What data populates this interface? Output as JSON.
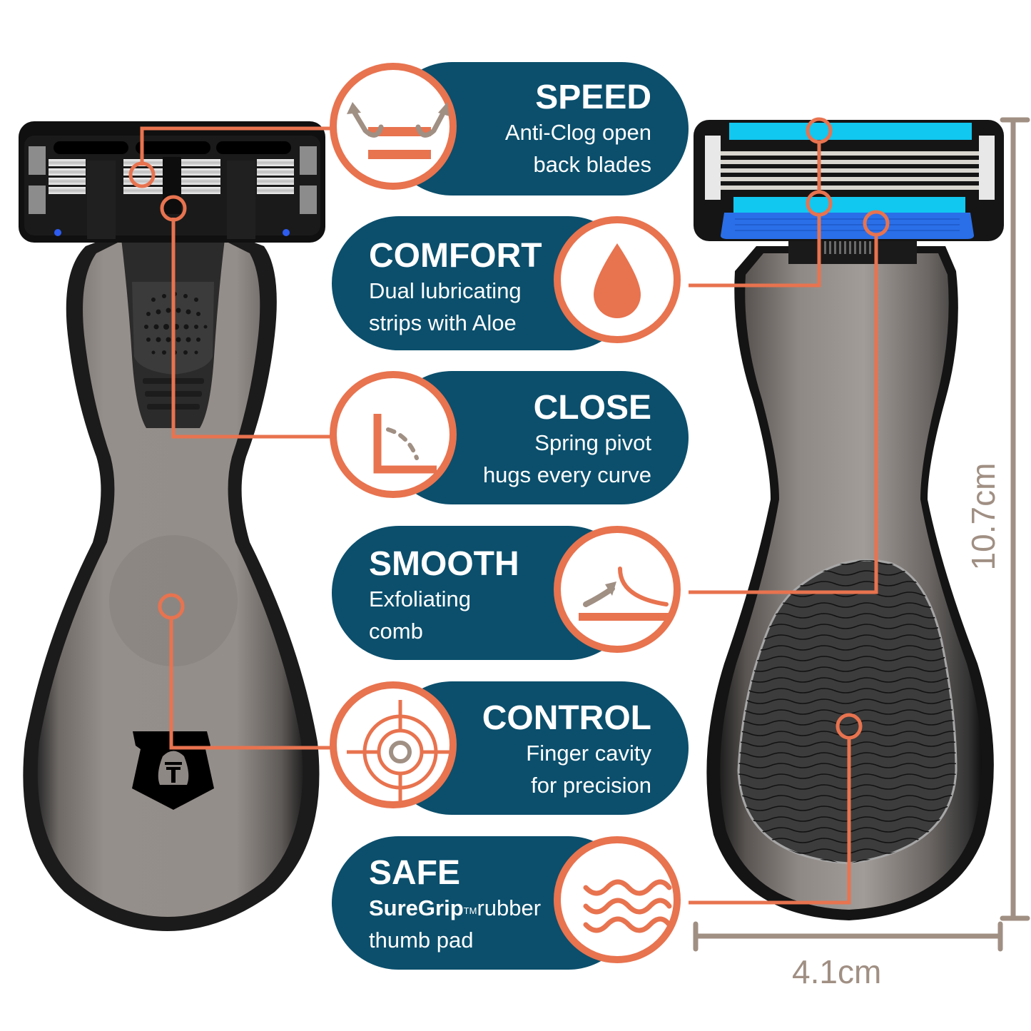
{
  "colors": {
    "pill_bg": "#0b4f6c",
    "accent_orange": "#e8734f",
    "taupe": "#a08f83",
    "razor_gray": "#8e8884",
    "razor_dark": "#1a1a1a",
    "strip_cyan": "#10c8f0",
    "comb_blue": "#2a6fe8",
    "indicator_blue": "#2d5cf0"
  },
  "features": [
    {
      "id": "speed",
      "title": "SPEED",
      "lines": [
        "Anti-Clog open",
        "back blades"
      ],
      "icon": "anti-clog-arrows-icon",
      "align": "right"
    },
    {
      "id": "comfort",
      "title": "COMFORT",
      "lines": [
        "Dual lubricating",
        "strips with Aloe"
      ],
      "icon": "water-drop-icon",
      "align": "left"
    },
    {
      "id": "close",
      "title": "CLOSE",
      "lines": [
        "Spring pivot",
        "hugs every curve"
      ],
      "icon": "pivot-angle-icon",
      "align": "right"
    },
    {
      "id": "smooth",
      "title": "SMOOTH",
      "lines": [
        "Exfoliating",
        "comb"
      ],
      "icon": "comb-curve-icon",
      "align": "left"
    },
    {
      "id": "control",
      "title": "CONTROL",
      "lines": [
        "Finger cavity",
        "for precision"
      ],
      "icon": "target-crosshair-icon",
      "align": "right"
    },
    {
      "id": "safe",
      "title": "SAFE",
      "lines": [
        "SureGrip",
        "rubber",
        "thumb pad"
      ],
      "trademark": "TM",
      "icon": "wavy-lines-icon",
      "align": "left"
    }
  ],
  "dimensions": {
    "height_label": "10.7cm",
    "width_label": "4.1cm"
  },
  "products": {
    "left": "razor-back-view",
    "right": "razor-front-view"
  }
}
